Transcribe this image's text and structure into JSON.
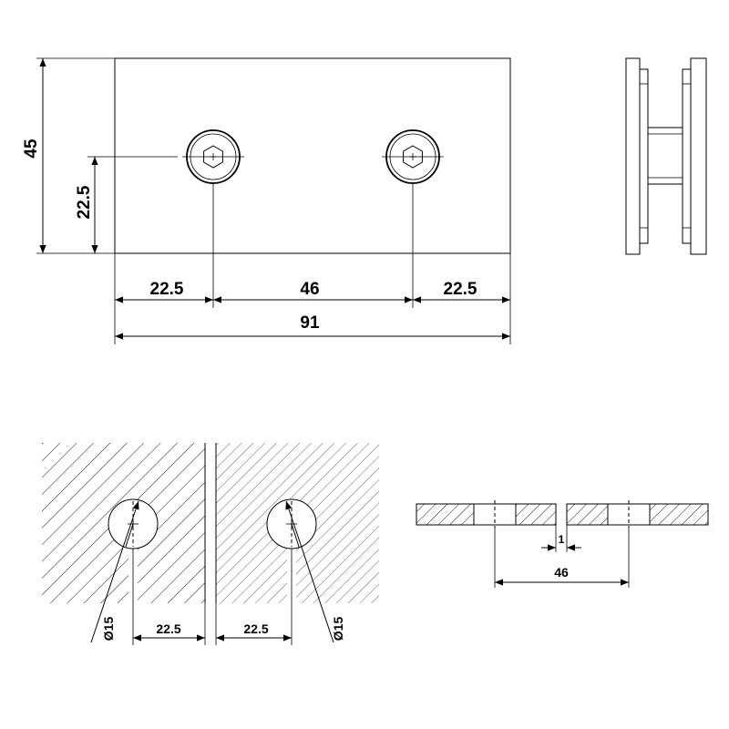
{
  "front_view": {
    "height": "45",
    "hole_height": "22.5",
    "left_edge": "22.5",
    "hole_spacing": "46",
    "right_edge": "22.5",
    "total_width": "91"
  },
  "glass_cutout": {
    "left_diameter": "Ø15",
    "right_diameter": "Ø15",
    "left_edge": "22.5",
    "right_edge": "22.5"
  },
  "section_view": {
    "gap": "1",
    "hole_spacing": "46"
  }
}
